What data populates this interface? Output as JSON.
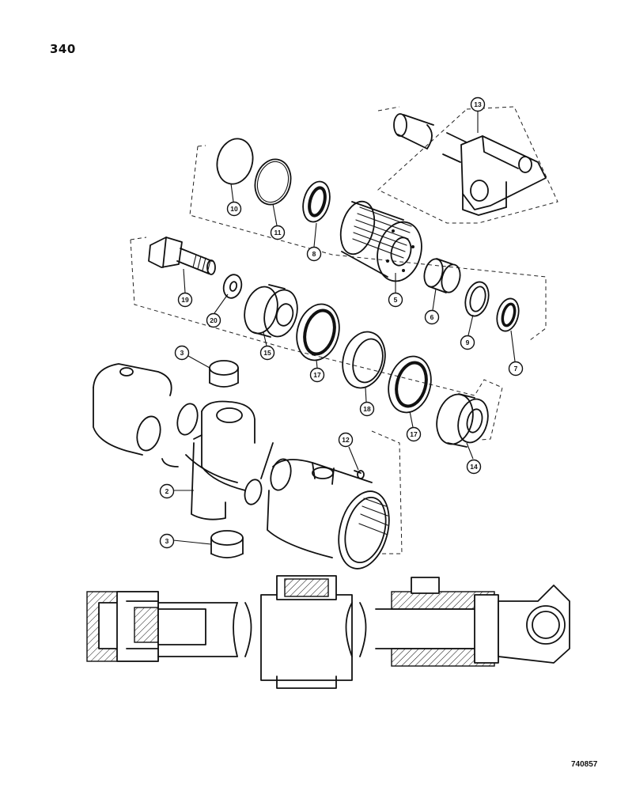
{
  "page_number": "340",
  "figure_code": "740857",
  "callouts": [
    {
      "id": "c13",
      "label": "13"
    },
    {
      "id": "c10",
      "label": "10"
    },
    {
      "id": "c11",
      "label": "11"
    },
    {
      "id": "c8",
      "label": "8"
    },
    {
      "id": "c5",
      "label": "5"
    },
    {
      "id": "c6",
      "label": "6"
    },
    {
      "id": "c9",
      "label": "9"
    },
    {
      "id": "c7",
      "label": "7"
    },
    {
      "id": "c19",
      "label": "19"
    },
    {
      "id": "c20",
      "label": "20"
    },
    {
      "id": "c15",
      "label": "15"
    },
    {
      "id": "c17a",
      "label": "17"
    },
    {
      "id": "c18",
      "label": "18"
    },
    {
      "id": "c17b",
      "label": "17"
    },
    {
      "id": "c14",
      "label": "14"
    },
    {
      "id": "c3a",
      "label": "3"
    },
    {
      "id": "c12",
      "label": "12"
    },
    {
      "id": "c2",
      "label": "2"
    },
    {
      "id": "c3b",
      "label": "3"
    }
  ]
}
